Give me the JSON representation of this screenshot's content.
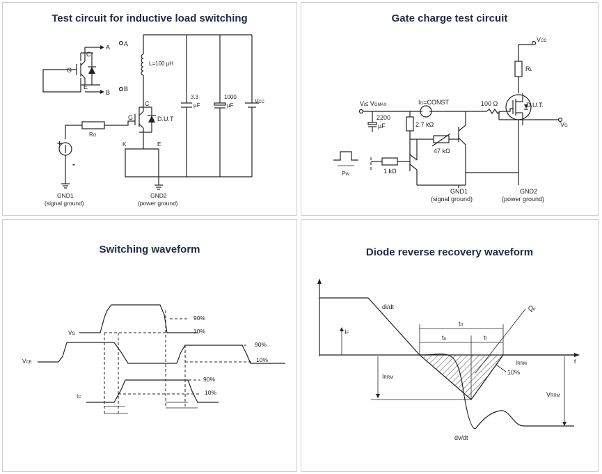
{
  "panels": {
    "inductive": {
      "title": "Test circuit for inductive load switching",
      "labels": {
        "a_out": "A",
        "b_out": "B",
        "c_top": "C",
        "g_top": "G",
        "e_top": "E",
        "node_a": "A",
        "node_b": "B",
        "inductor": "L=100 µH",
        "c_dut": "C",
        "g_dut": "G",
        "dut": "D.U.T",
        "cap1_val": "3.3",
        "cap1_unit": "µF",
        "cap2_val": "1000",
        "cap2_unit": "µF",
        "vcc": "V",
        "vcc_sub": "CC",
        "rg": "R",
        "rg_sub": "G",
        "k": "K",
        "e_dut": "E",
        "plus": "+",
        "minus": "-",
        "gnd1": "GND1",
        "gnd1_desc": "(signal ground)",
        "gnd2": "GND2",
        "gnd2_desc": "(power ground)"
      }
    },
    "gate": {
      "title": "Gate charge test circuit",
      "labels": {
        "vcc": "V",
        "vcc_sub": "CC",
        "rl": "R",
        "rl_sub": "L",
        "vi": "V",
        "vi_sub": "i",
        "vi_rel": "≤ V",
        "vi_rel_sub": "GMAX",
        "ig": "I",
        "ig_sub": "G",
        "ig_rest": "=CONST",
        "r100": "100 Ω",
        "dut": "D.U.T.",
        "cap_val": "2200",
        "cap_unit": "µF",
        "r27": "2.7 kΩ",
        "r47": "47 kΩ",
        "r1k": "1 kΩ",
        "vg": "V",
        "vg_sub": "G",
        "pw": "P",
        "pw_sub": "W",
        "gnd1": "GND1",
        "gnd1_desc": "(signal ground)",
        "gnd2": "GND2",
        "gnd2_desc": "(power ground)"
      }
    },
    "switching": {
      "title": "Switching waveform",
      "labels": {
        "p90_top": "90%",
        "p10_top": "10%",
        "vg": "V",
        "vg_sub": "G",
        "p90_vce": "90%",
        "p10_vce": "10%",
        "vce": "V",
        "vce_sub": "CE",
        "p90_ic": "90%",
        "p10_ic": "10%",
        "ic": "I",
        "ic_sub": "C"
      }
    },
    "diode": {
      "title": "Diode reverse recovery waveform",
      "labels": {
        "didt": "di/dt",
        "trr": "t",
        "trr_sub": "rr",
        "ta": "t",
        "ta_sub": "a",
        "tb": "t",
        "tb_sub": "f",
        "qrr": "Q",
        "qrr_sub": "rr",
        "if": "I",
        "if_sub": "F",
        "t": "t",
        "irrm_r": "I",
        "irrm_r_sub": "RRM",
        "p10": "10%",
        "irrm_l": "I",
        "irrm_l_sub": "RRM",
        "vrrm": "V",
        "vrrm_sub": "RRM",
        "dvdt": "dv/dt"
      }
    }
  }
}
